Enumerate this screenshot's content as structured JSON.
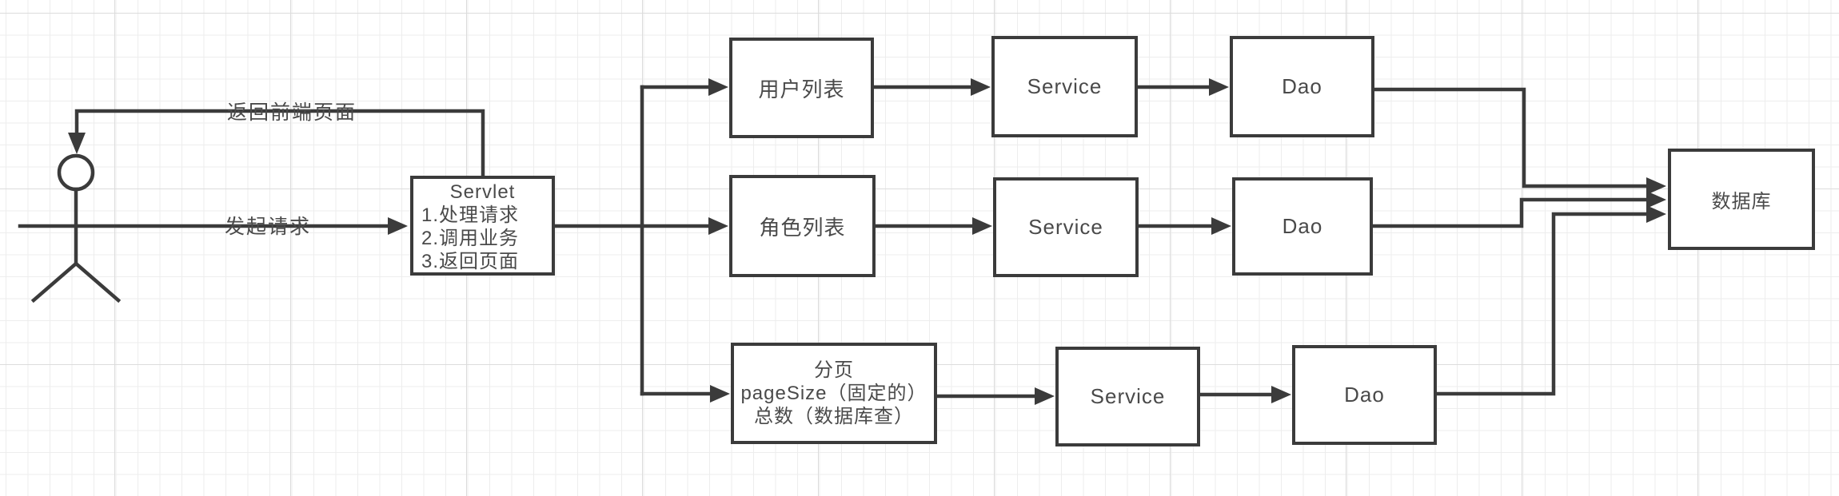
{
  "diagram": {
    "edge_labels": {
      "return_edge": "返回前端页面",
      "request_edge": "发起请求"
    },
    "servlet": {
      "title": "Servlet",
      "steps": [
        "1.处理请求",
        "2.调用业务",
        "3.返回页面"
      ]
    },
    "rows": [
      {
        "entry": "用户列表",
        "service": "Service",
        "dao": "Dao"
      },
      {
        "entry": "角色列表",
        "service": "Service",
        "dao": "Dao"
      },
      {
        "entry_lines": [
          "分页",
          "pageSize（固定的）",
          "总数（数据库查）"
        ],
        "service": "Service",
        "dao": "Dao"
      }
    ],
    "database": "数据库",
    "colors": {
      "stroke": "#3b3b3b",
      "text": "#4a4a4a",
      "node_bg": "#ffffff",
      "grid_minor": "#ededed",
      "grid_major": "#dcdcdc"
    }
  }
}
